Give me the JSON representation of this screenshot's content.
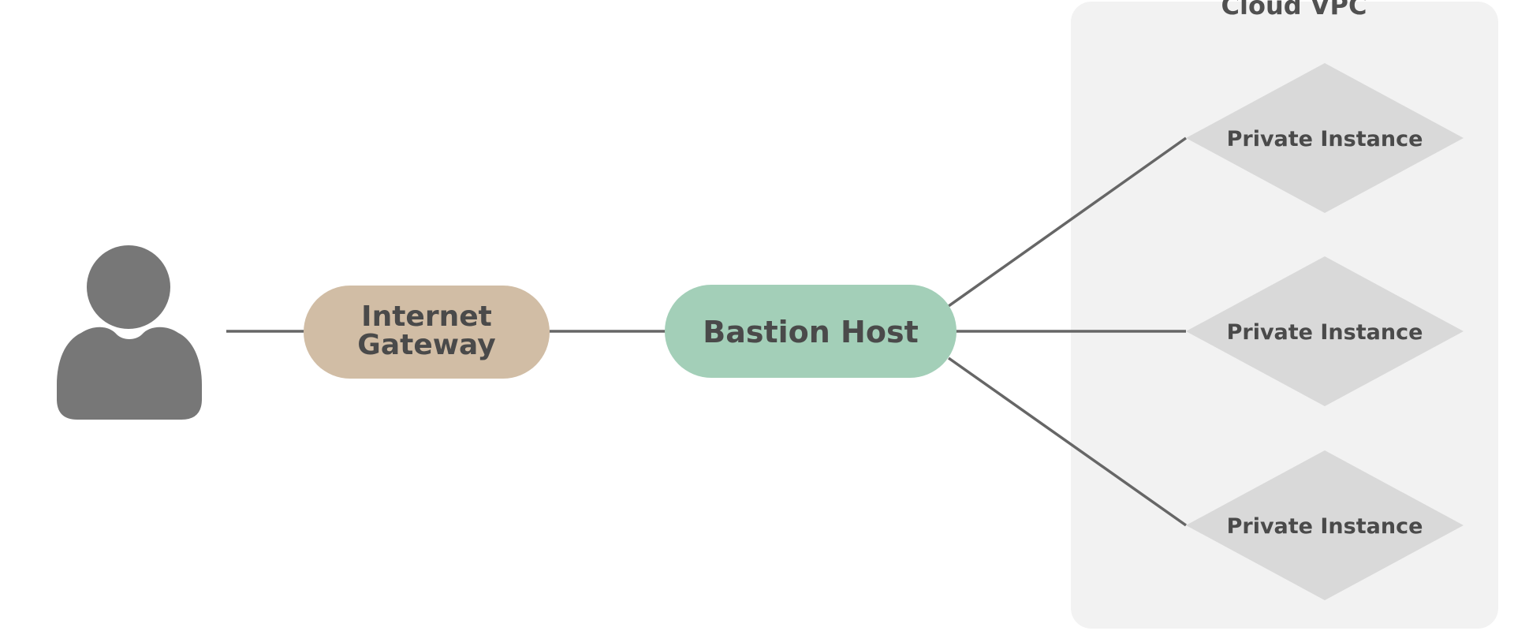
{
  "vpc": {
    "title": "Cloud VPC"
  },
  "nodes": {
    "user": {
      "icon": "user-icon"
    },
    "internet_gateway": {
      "line1": "Internet",
      "line2": "Gateway"
    },
    "bastion_host": {
      "label": "Bastion Host"
    },
    "private_instances": [
      {
        "label": "Private Instance"
      },
      {
        "label": "Private Instance"
      },
      {
        "label": "Private Instance"
      }
    ]
  },
  "colors": {
    "vpc_background": "#f2f2f2",
    "user_icon": "#777777",
    "internet_gateway": "#d1bda5",
    "bastion_host": "#a3cfb8",
    "private_instance": "#d9d9d9",
    "connector": "#666666",
    "label_text": "#4a4a4a"
  }
}
